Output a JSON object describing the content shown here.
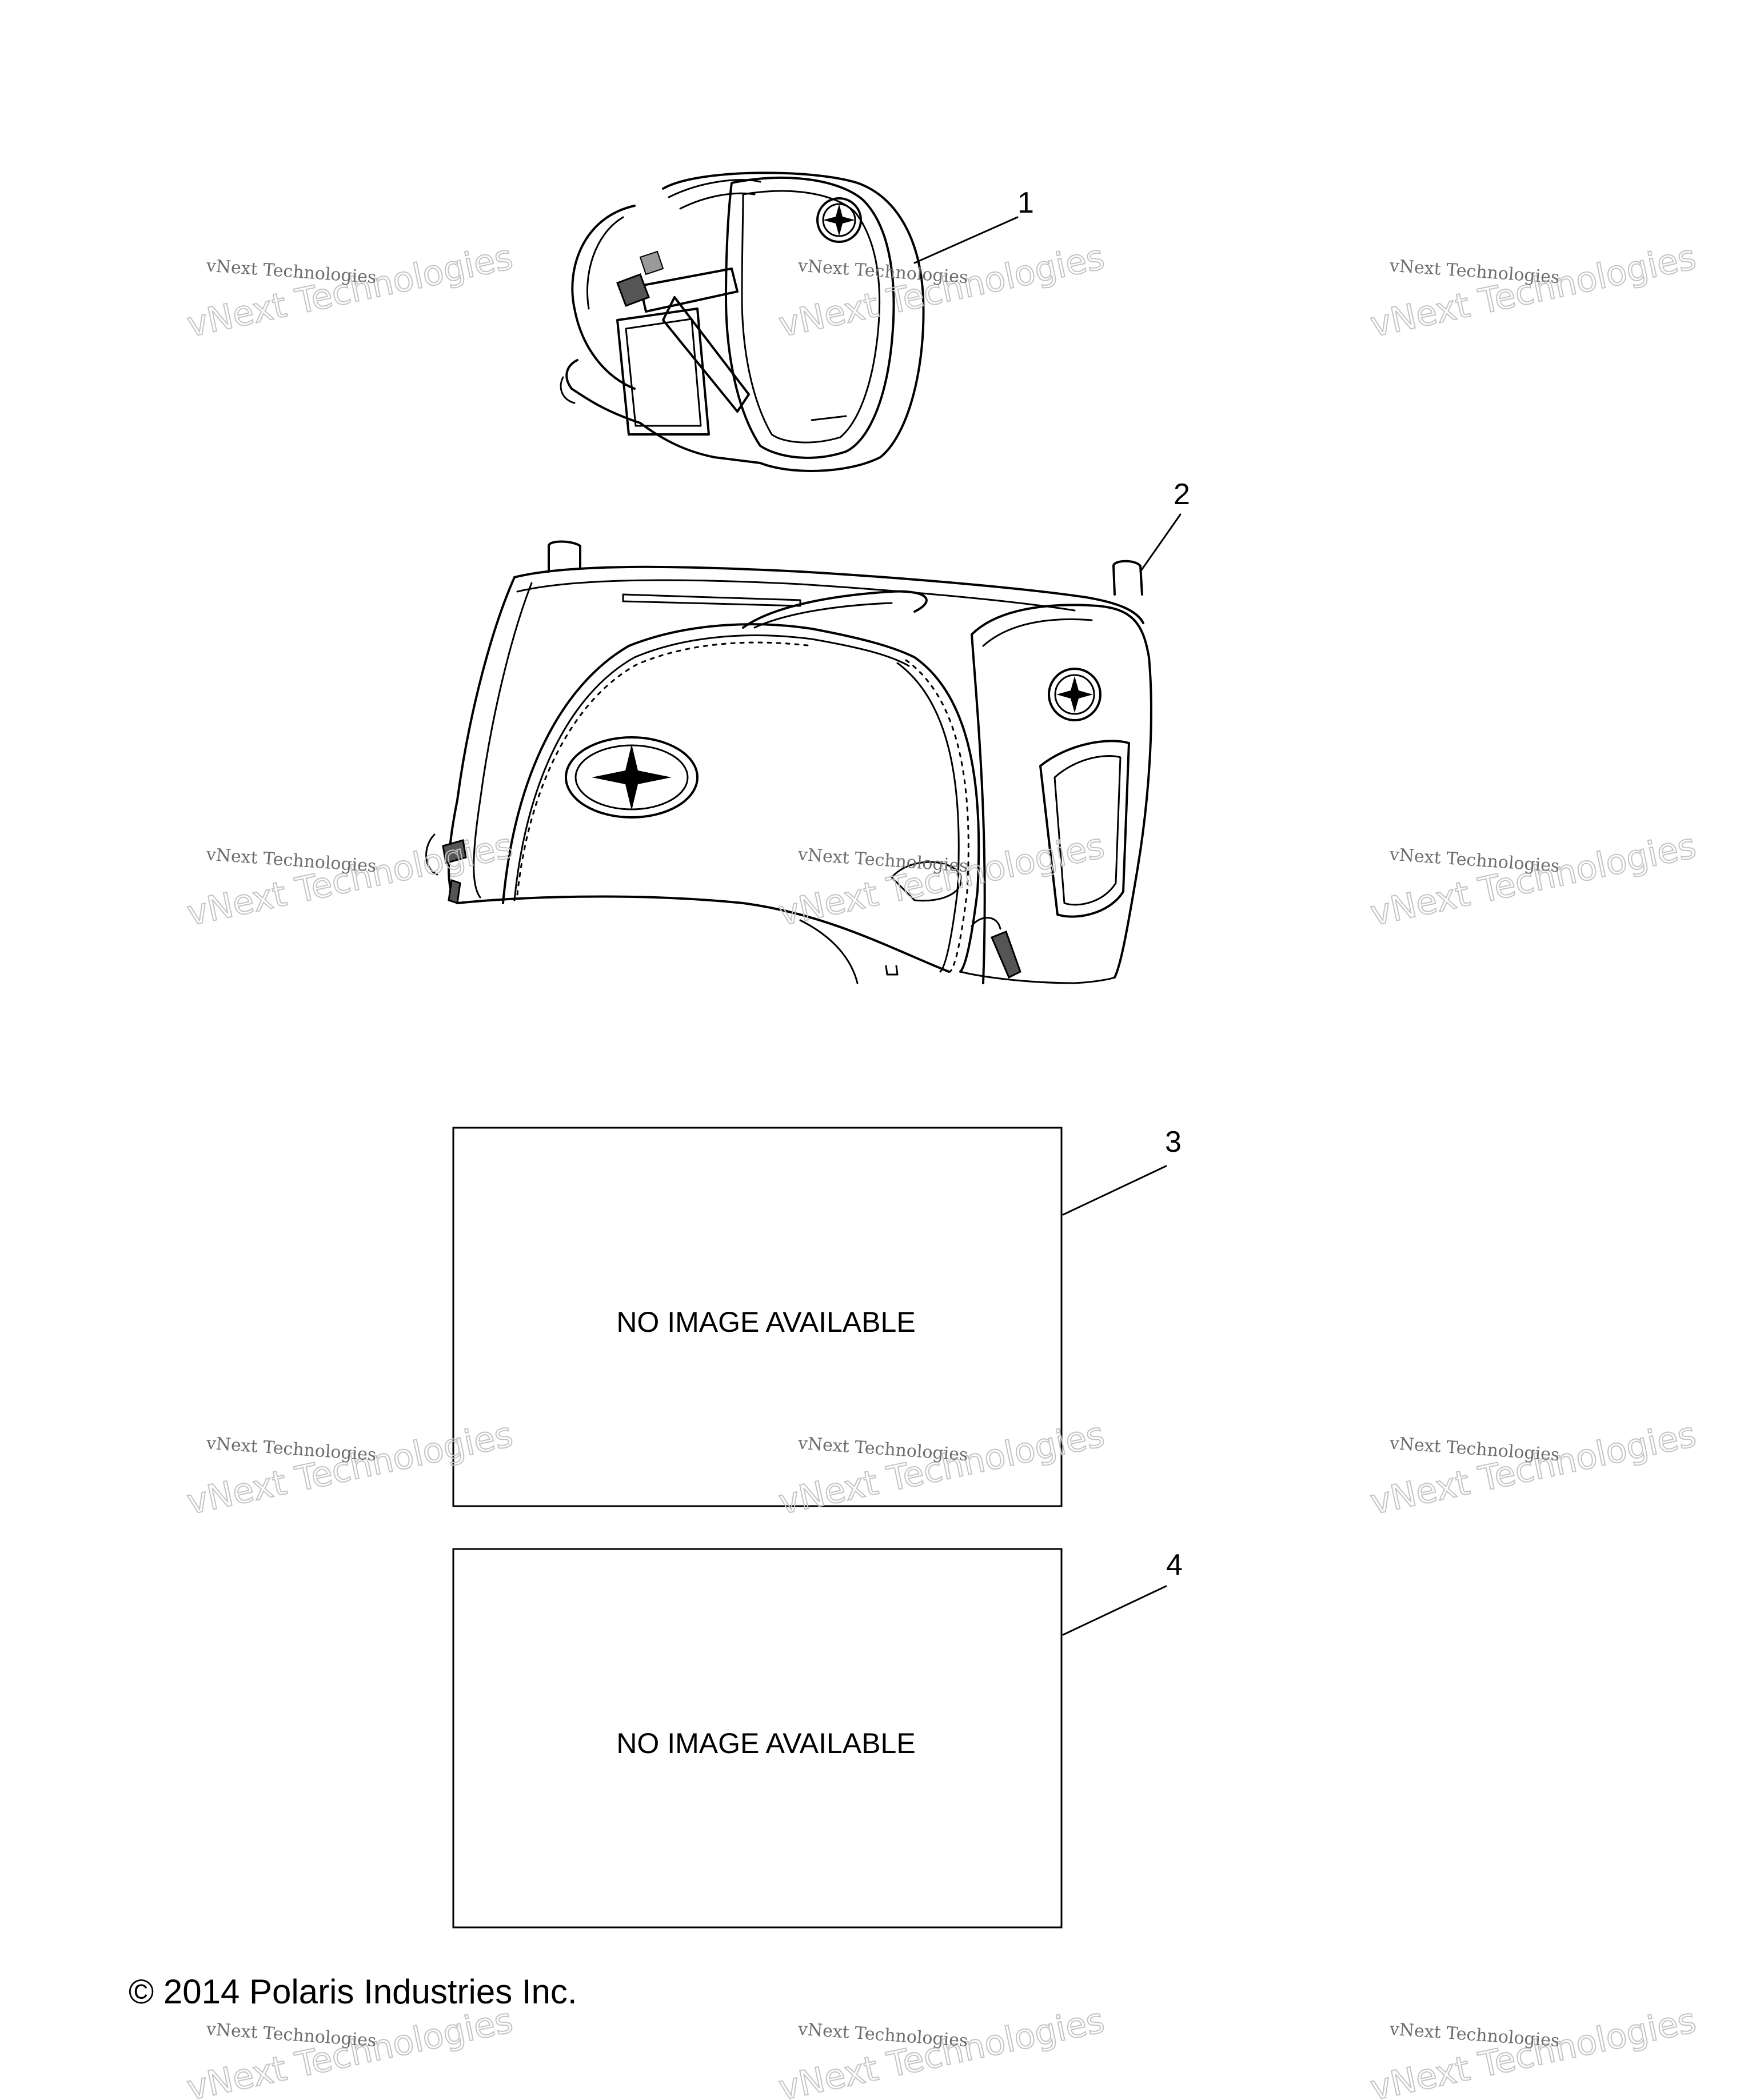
{
  "callouts": [
    "1",
    "2",
    "3",
    "4"
  ],
  "placeholders": {
    "item3": "NO IMAGE AVAILABLE",
    "item4": "NO IMAGE AVAILABLE"
  },
  "watermark": {
    "line1": "vNext Technologies",
    "line2": "vNext Technologies"
  },
  "copyright": "© 2014 Polaris Industries Inc.",
  "icons": [
    "compass-rose-logo-icon"
  ]
}
